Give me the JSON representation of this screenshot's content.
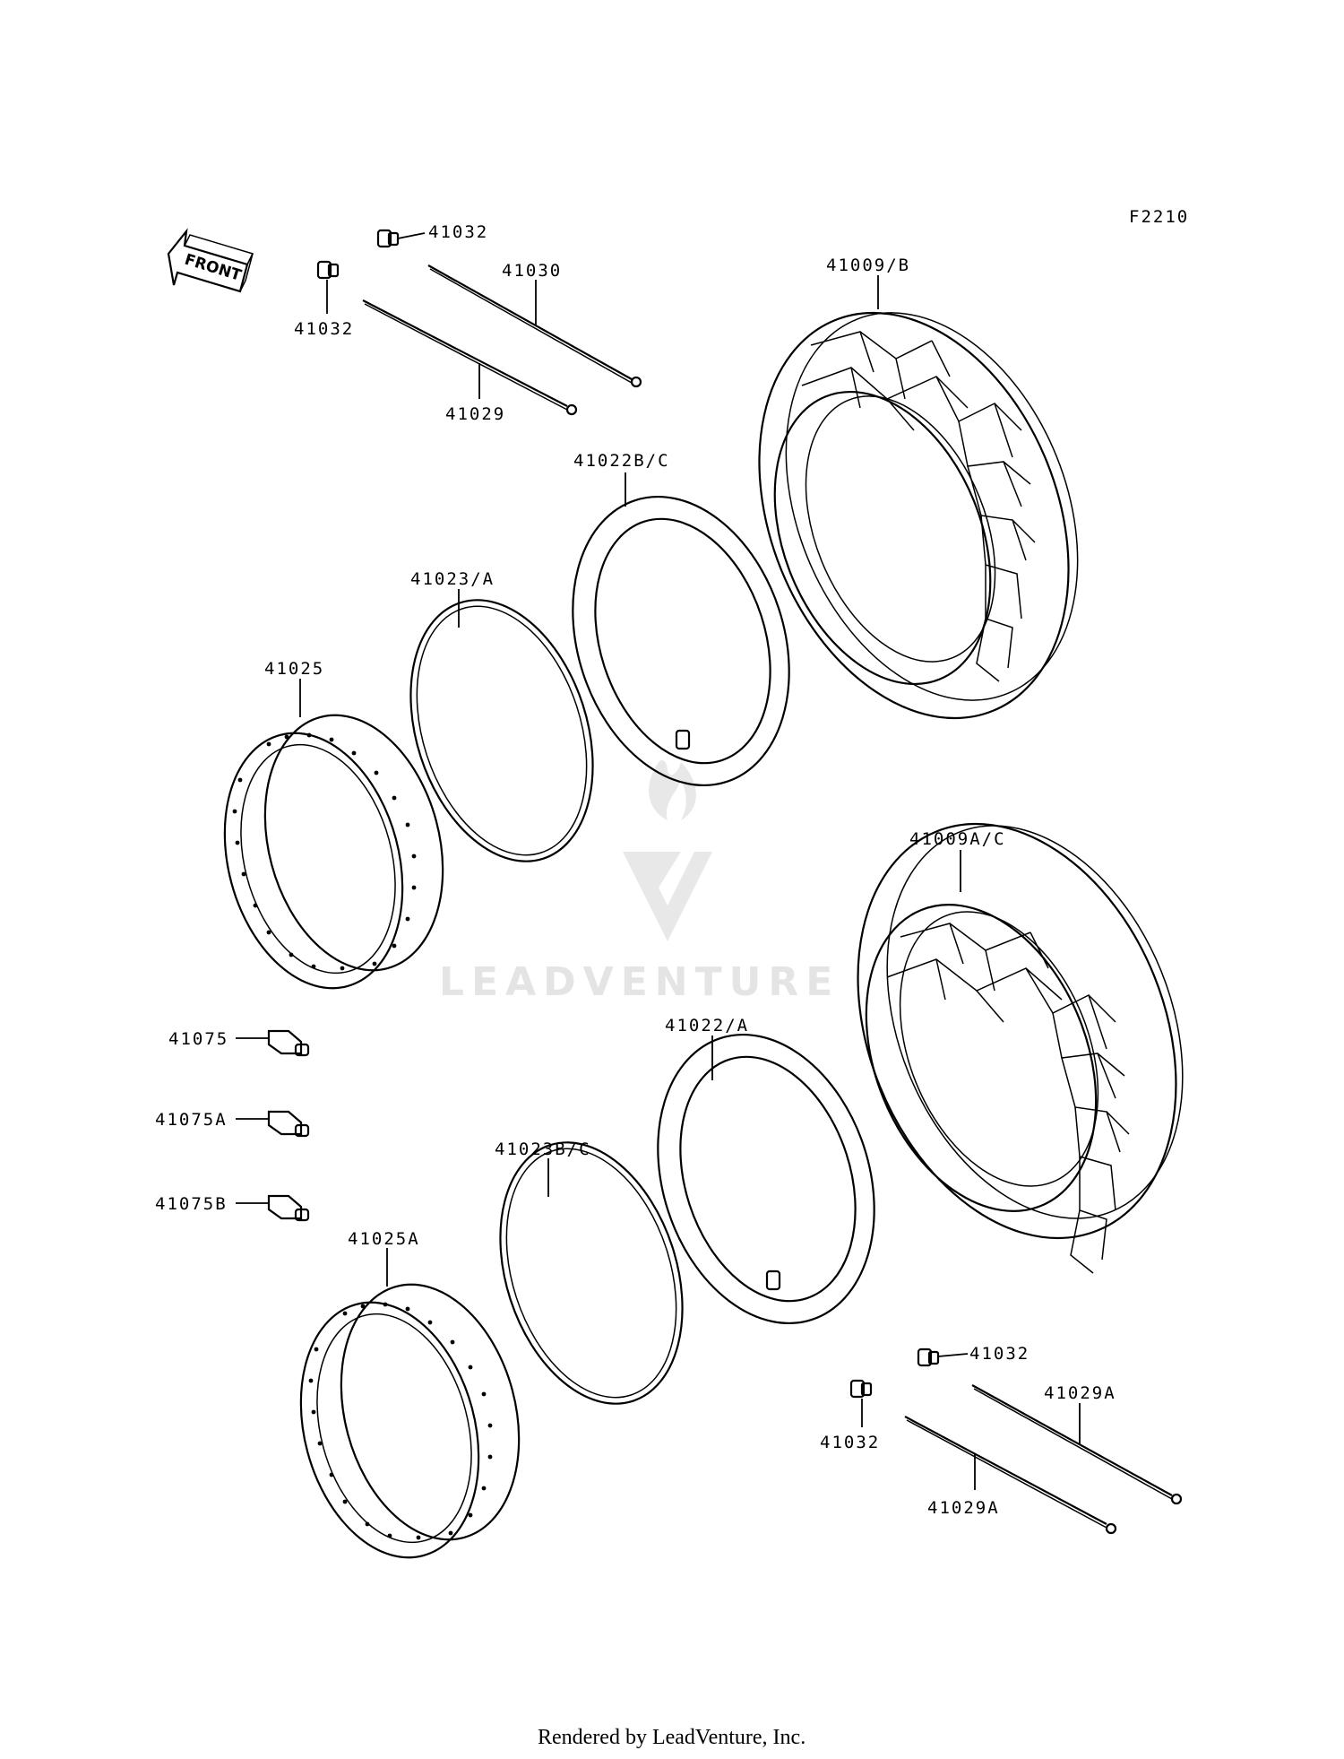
{
  "diagram_code": "F2210",
  "front_label": "FRONT",
  "watermark": "LEADVENTURE",
  "footer": "Rendered by LeadVenture, Inc.",
  "labels": {
    "valve_cap_top_right": "41032",
    "valve_cap_top_left": "41032",
    "spoke_41030": "41030",
    "spoke_41029": "41029",
    "tire_rear": "41009/B",
    "tube_rear": "41022B/C",
    "rim_band_rear": "41023/A",
    "rim_rear": "41025",
    "tire_front": "41009A/C",
    "valve_41075": "41075",
    "valve_41075a": "41075A",
    "valve_41075b": "41075B",
    "tube_front": "41022/A",
    "rim_band_front": "41023B/C",
    "rim_front": "41025A",
    "valve_cap_bottom_right": "41032",
    "valve_cap_bottom_left": "41032",
    "spoke_41029a_right": "41029A",
    "spoke_41029a_left": "41029A"
  }
}
